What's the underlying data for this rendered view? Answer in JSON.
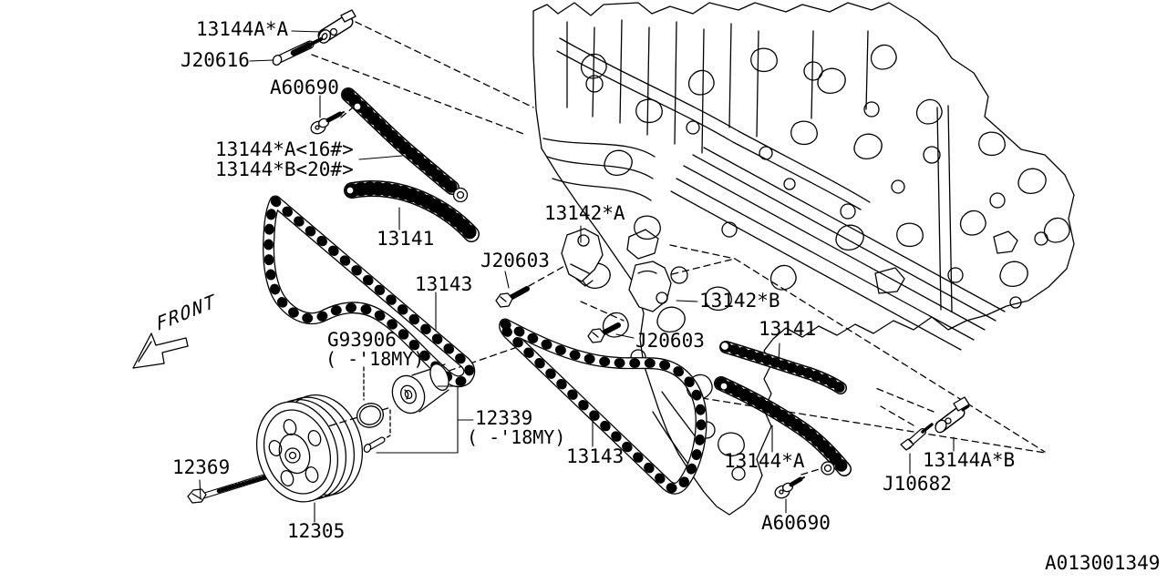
{
  "diagram": {
    "drawing_number": "A013001349",
    "front_marker": "FRONT",
    "colors": {
      "line": "#000000",
      "background": "#ffffff"
    },
    "labels": [
      {
        "id": "13144A*A",
        "text": "13144A*A"
      },
      {
        "id": "J20616",
        "text": "J20616"
      },
      {
        "id": "A60690-top",
        "text": "A60690"
      },
      {
        "id": "13144*A-16",
        "text": "13144*A<16#>"
      },
      {
        "id": "13144*B-20",
        "text": "13144*B<20#>"
      },
      {
        "id": "13141-top",
        "text": "13141"
      },
      {
        "id": "13142*A",
        "text": "13142*A"
      },
      {
        "id": "J20603-left",
        "text": "J20603"
      },
      {
        "id": "13143-left",
        "text": "13143"
      },
      {
        "id": "13142*B",
        "text": "13142*B"
      },
      {
        "id": "J20603-mid",
        "text": "J20603"
      },
      {
        "id": "13141-right",
        "text": "13141"
      },
      {
        "id": "G93906",
        "text": "G93906",
        "note": "( -'18MY)"
      },
      {
        "id": "12339",
        "text": "12339",
        "note": "( -'18MY)"
      },
      {
        "id": "13143-mid",
        "text": "13143"
      },
      {
        "id": "12369",
        "text": "12369"
      },
      {
        "id": "12305",
        "text": "12305"
      },
      {
        "id": "13144*A-bot",
        "text": "13144*A"
      },
      {
        "id": "A60690-bot",
        "text": "A60690"
      },
      {
        "id": "J10682",
        "text": "J10682"
      },
      {
        "id": "13144A*B",
        "text": "13144A*B"
      }
    ]
  }
}
